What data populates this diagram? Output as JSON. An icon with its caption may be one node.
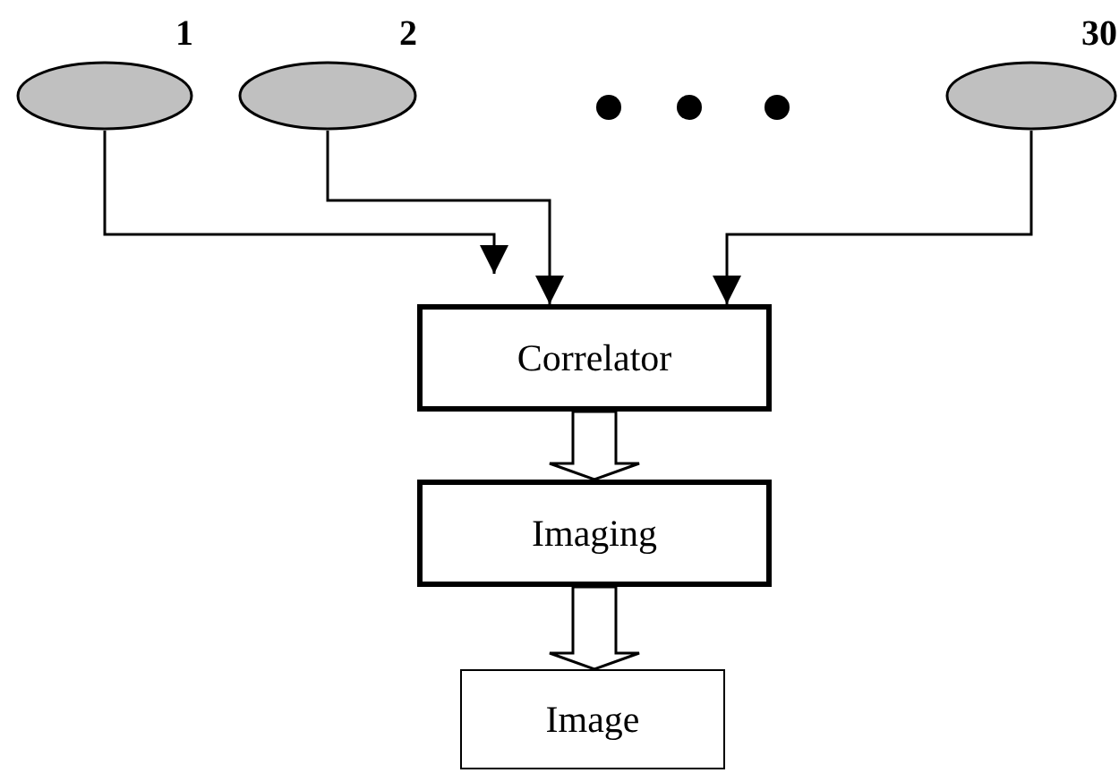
{
  "diagram": {
    "nodes": [
      {
        "text": [
          "1"
        ]
      },
      {
        "text": [
          "2"
        ]
      },
      {
        "text": [
          "30"
        ]
      },
      {
        "text": [
          "Correlator"
        ]
      },
      {
        "text": [
          "Imaging"
        ]
      },
      {
        "text": [
          "Image"
        ]
      }
    ],
    "edges": [
      {
        "from": 0,
        "to": 3,
        "arrow": "to"
      },
      {
        "from": 1,
        "to": 3,
        "arrow": "to"
      },
      {
        "from": 2,
        "to": 3,
        "arrow": "to"
      },
      {
        "from": 3,
        "to": 4,
        "arrow": "to",
        "style": "thick"
      },
      {
        "from": 4,
        "to": 5,
        "arrow": "to",
        "style": "thick"
      }
    ]
  }
}
